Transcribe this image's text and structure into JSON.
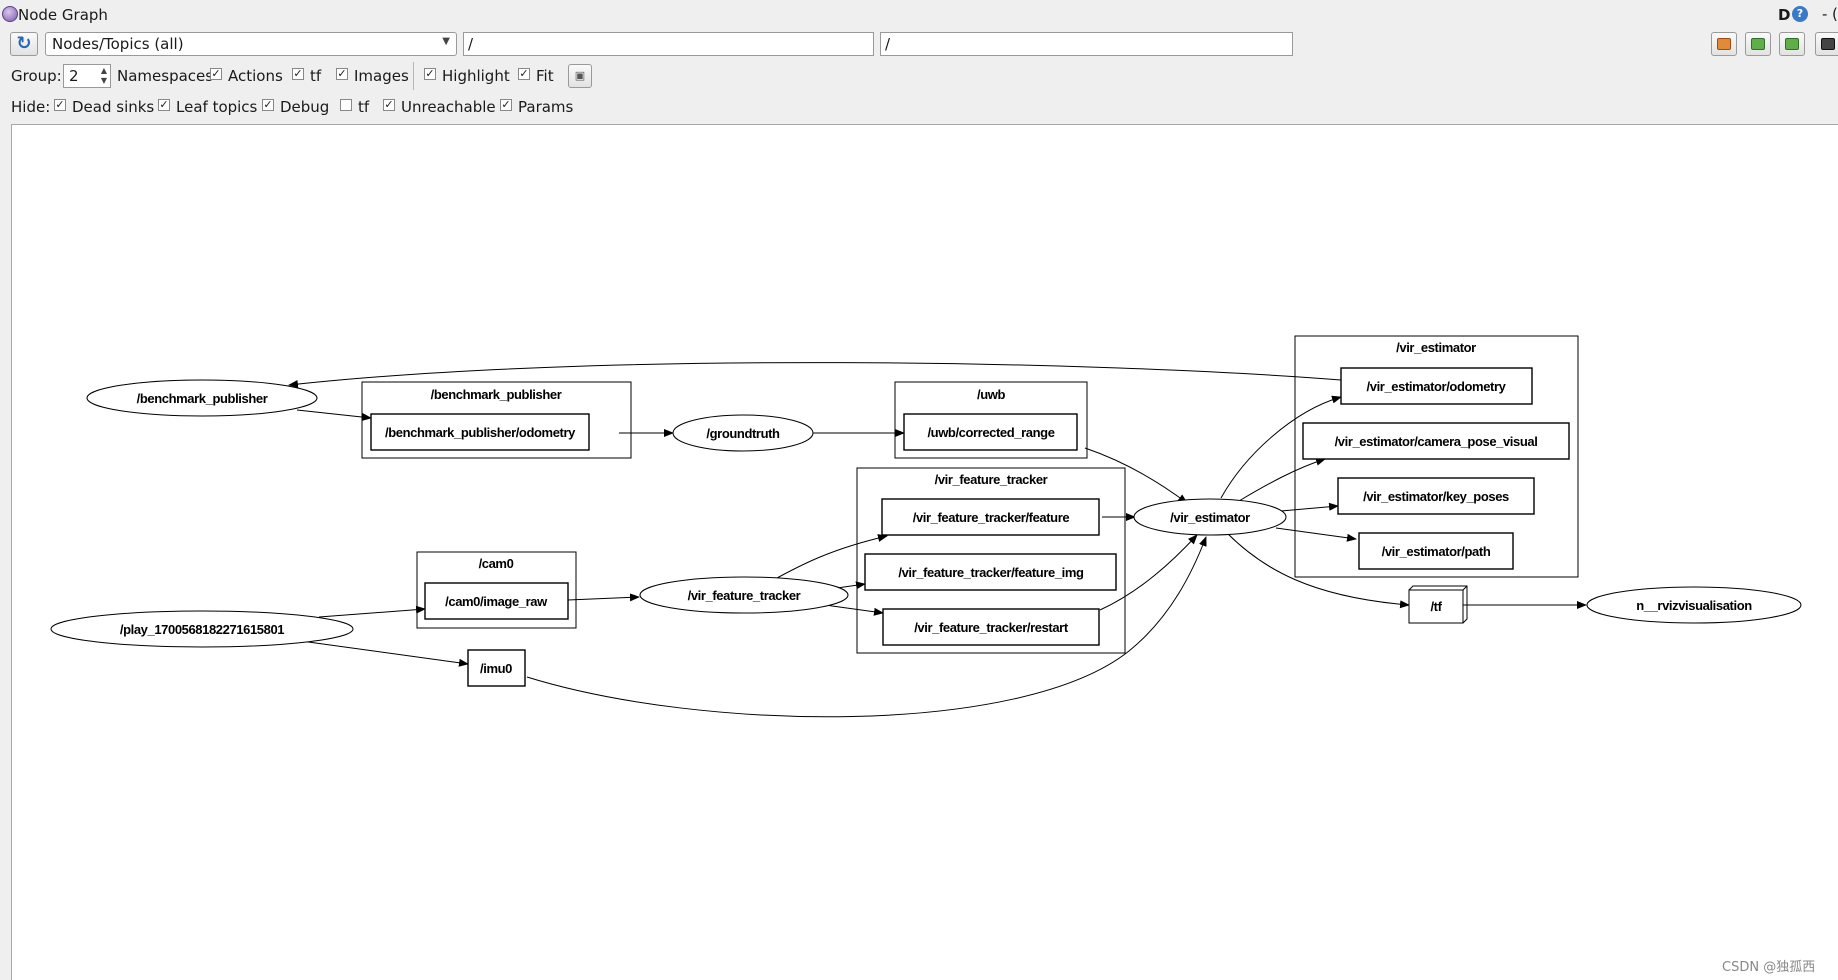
{
  "window": {
    "title": "Node Graph",
    "help_d": "D",
    "help_q": "?",
    "extra_dash": "-",
    "extra_char": "("
  },
  "toolbar": {
    "graph_type": "Nodes/Topics (all)",
    "node_filter": "/",
    "topic_filter": "/"
  },
  "options": {
    "group_label": "Group:",
    "group_value": "2",
    "namespaces_label": "Namespaces",
    "actions_label": "Actions",
    "tf_label": "tf",
    "images_label": "Images",
    "highlight_label": "Highlight",
    "fit_label": "Fit"
  },
  "hide": {
    "hide_label": "Hide:",
    "dead_sinks_label": "Dead sinks",
    "leaf_topics_label": "Leaf topics",
    "debug_label": "Debug",
    "tf_label": "tf",
    "unreachable_label": "Unreachable",
    "params_label": "Params"
  },
  "checkbox_states": {
    "namespaces": true,
    "actions": true,
    "tf": true,
    "images": true,
    "highlight": true,
    "fit": true,
    "dead_sinks": true,
    "leaf_topics": true,
    "debug": true,
    "hide_tf": false,
    "unreachable": true,
    "params": true
  },
  "graph": {
    "groups": {
      "benchmark_publisher": "/benchmark_publisher",
      "uwb": "/uwb",
      "vir_feature_tracker": "/vir_feature_tracker",
      "vir_estimator": "/vir_estimator",
      "cam0": "/cam0"
    },
    "nodes": {
      "benchmark_publisher": "/benchmark_publisher",
      "groundtruth": "/groundtruth",
      "vir_estimator": "/vir_estimator",
      "vir_feature_tracker": "/vir_feature_tracker",
      "play": "/play_1700568182271615801",
      "rviz": "n__rvizvisualisation"
    },
    "topics": {
      "benchmark_odometry": "/benchmark_publisher/odometry",
      "uwb_corrected_range": "/uwb/corrected_range",
      "tracker_feature": "/vir_feature_tracker/feature",
      "tracker_feature_img": "/vir_feature_tracker/feature_img",
      "tracker_restart": "/vir_feature_tracker/restart",
      "cam0_image_raw": "/cam0/image_raw",
      "imu0": "/imu0",
      "estimator_odometry": "/vir_estimator/odometry",
      "estimator_camera_pose_visual": "/vir_estimator/camera_pose_visual",
      "estimator_key_poses": "/vir_estimator/key_poses",
      "estimator_path": "/vir_estimator/path",
      "tf": "/tf"
    }
  },
  "watermark": "CSDN @独孤西"
}
